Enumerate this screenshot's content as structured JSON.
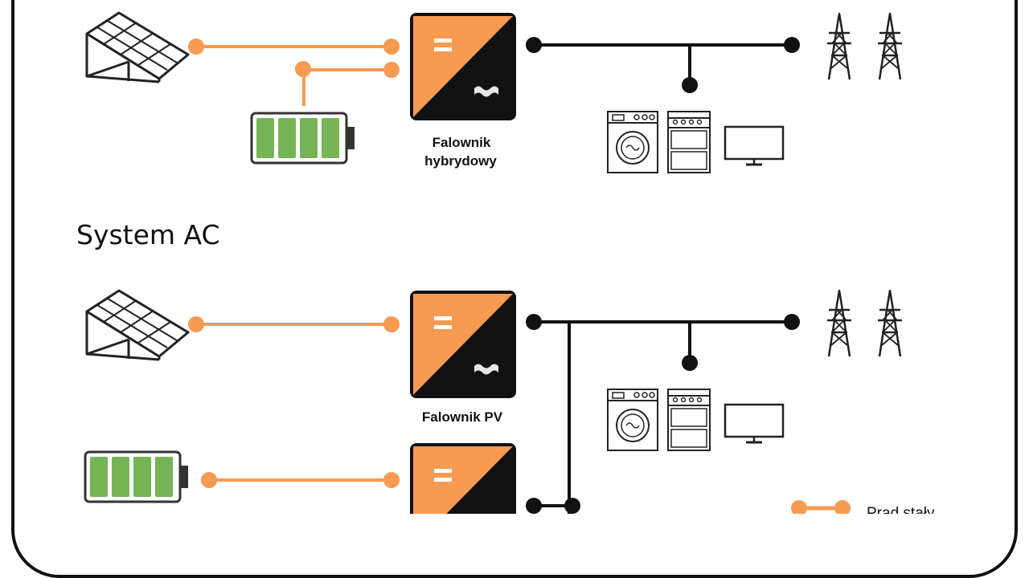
{
  "labels": {
    "hybrid_inverter_line1": "Falownik",
    "hybrid_inverter_line2": "hybrydowy",
    "section_ac_title": "System AC",
    "pv_inverter": "Falownik PV",
    "legend_dc": "Prąd stały"
  },
  "colors": {
    "dc_line": "#f79a52",
    "ac_line": "#111111",
    "inverter_orange": "#f79a52",
    "inverter_dark": "#111111",
    "battery_green": "#76b455",
    "background": "#ffffff"
  },
  "icons": [
    "solar-panel-icon",
    "battery-icon",
    "inverter-icon",
    "power-tower-icon",
    "washing-machine-icon",
    "stove-icon",
    "tv-monitor-icon"
  ]
}
